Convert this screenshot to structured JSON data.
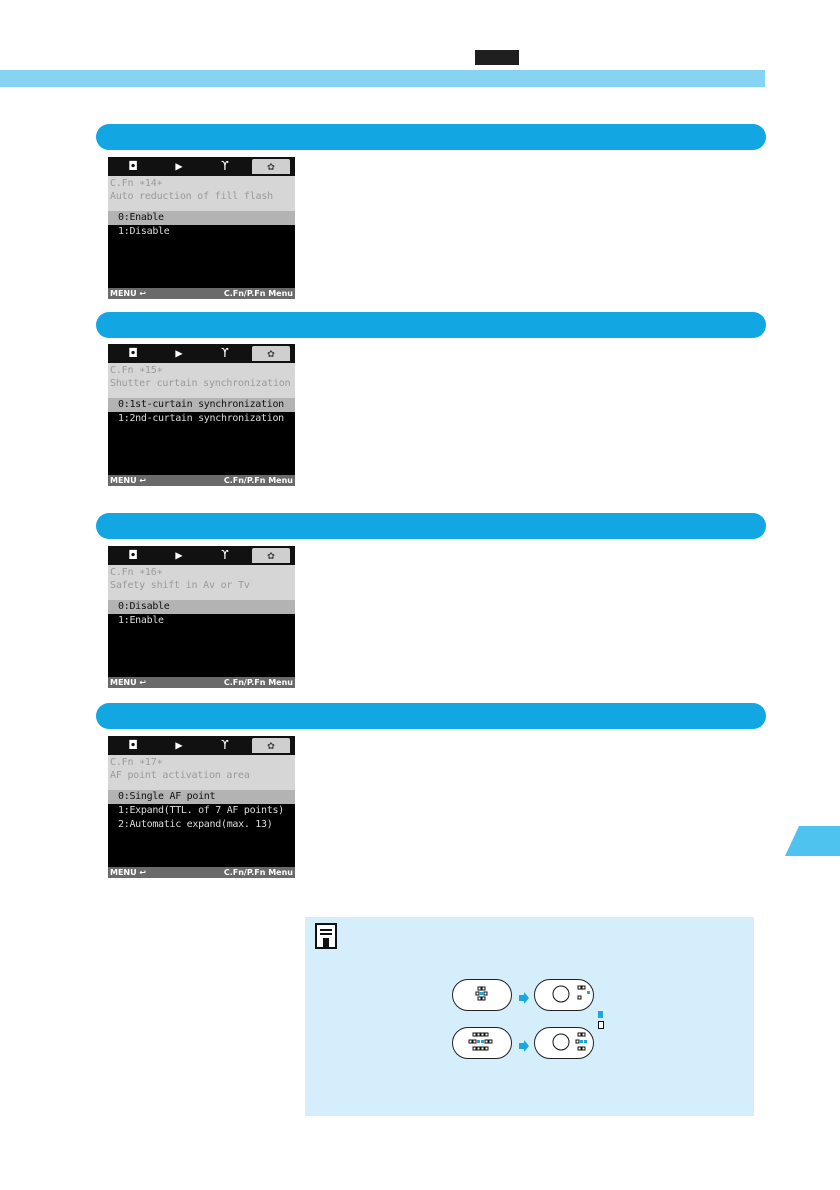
{
  "colors": {
    "light_band": "#86d3f3",
    "section_bar": "#12a7e3",
    "note_background": "#d4effb",
    "side_tab": "#4ec3ef",
    "dark_tab": "#1f1f1f"
  },
  "screens": [
    {
      "tabs": [
        "camera-icon",
        "playback-icon",
        "tools-icon",
        "custom-function-icon"
      ],
      "header_line1": "C.Fn ∗14∗",
      "header_line2": "Auto reduction of fill flash",
      "options": [
        "0:Enable",
        "1:Disable"
      ],
      "selected_index": 0,
      "footer_left": "MENU ↩",
      "footer_right": "C.Fn/P.Fn Menu"
    },
    {
      "tabs": [
        "camera-icon",
        "playback-icon",
        "tools-icon",
        "custom-function-icon"
      ],
      "header_line1": "C.Fn ∗15∗",
      "header_line2": "Shutter curtain synchronization",
      "options": [
        "0:1st-curtain synchronization",
        "1:2nd-curtain synchronization"
      ],
      "selected_index": 0,
      "footer_left": "MENU ↩",
      "footer_right": "C.Fn/P.Fn Menu"
    },
    {
      "tabs": [
        "camera-icon",
        "playback-icon",
        "tools-icon",
        "custom-function-icon"
      ],
      "header_line1": "C.Fn ∗16∗",
      "header_line2": "Safety shift in Av or Tv",
      "options": [
        "0:Disable",
        "1:Enable"
      ],
      "selected_index": 0,
      "footer_left": "MENU ↩",
      "footer_right": "C.Fn/P.Fn Menu"
    },
    {
      "tabs": [
        "camera-icon",
        "playback-icon",
        "tools-icon",
        "custom-function-icon"
      ],
      "header_line1": "C.Fn ∗17∗",
      "header_line2": "AF point activation area",
      "options": [
        "0:Single AF point",
        "1:Expand(TTL. of 7 AF points)",
        "2:Automatic expand(max. 13)"
      ],
      "selected_index": 0,
      "footer_left": "MENU ↩",
      "footer_right": "C.Fn/P.Fn Menu"
    }
  ],
  "note": {
    "icon": "note-icon",
    "diagram_icons": [
      "af-point-pattern-icon",
      "arrow-right-icon"
    ]
  }
}
